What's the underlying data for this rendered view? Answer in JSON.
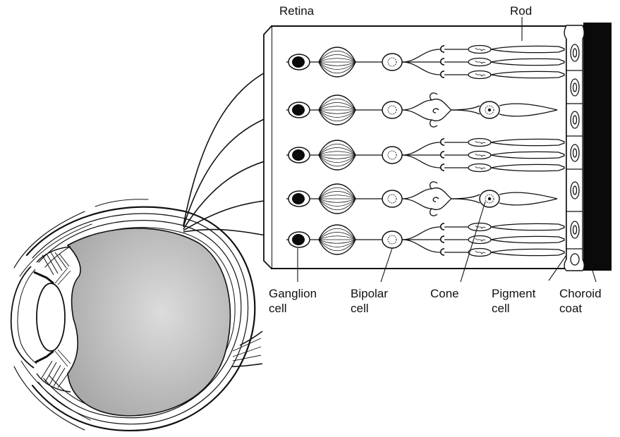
{
  "labels": {
    "retina": "Retina",
    "rod": "Rod",
    "ganglion": [
      "Ganglion",
      "cell"
    ],
    "bipolar": [
      "Bipolar",
      "cell"
    ],
    "cone": "Cone",
    "pigment": [
      "Pigment",
      "cell"
    ],
    "choroid": [
      "Choroid",
      "coat"
    ]
  },
  "colors": {
    "ink": "#111111",
    "vitreous": "#c9c9c9",
    "panel": "#ffffff",
    "choroid": "#0a0a0a"
  }
}
